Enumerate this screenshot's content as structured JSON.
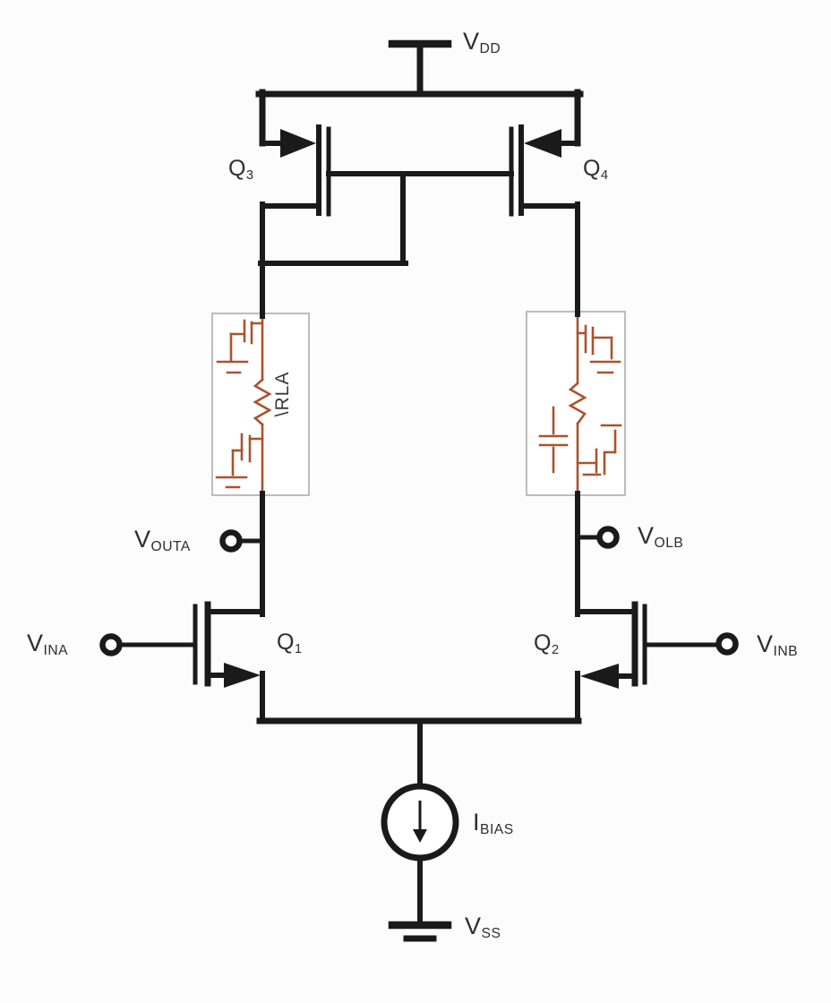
{
  "labels": {
    "vdd": {
      "main": "V",
      "sub": "DD"
    },
    "vss": {
      "main": "V",
      "sub": "SS"
    },
    "ibias": {
      "main": "I",
      "sub": "BIAS"
    },
    "vina": {
      "main": "V",
      "sub": "INA"
    },
    "vinb": {
      "main": "V",
      "sub": "INB"
    },
    "vouta": {
      "main": "V",
      "sub": "OUTA"
    },
    "volb": {
      "main": "V",
      "sub": "OLB"
    },
    "q1": {
      "main": "Q",
      "sub": "1"
    },
    "q2": {
      "main": "Q",
      "sub": "2"
    },
    "q3": {
      "main": "Q",
      "sub": "3"
    },
    "q4": {
      "main": "Q",
      "sub": "4"
    },
    "rla": "\\RLA"
  },
  "colors": {
    "wire": "#1a1a1a",
    "sketch": "#a8542e",
    "box-border": "#a6a6a6",
    "label": "#2e2e2e",
    "bg": "#fcfcfc"
  }
}
